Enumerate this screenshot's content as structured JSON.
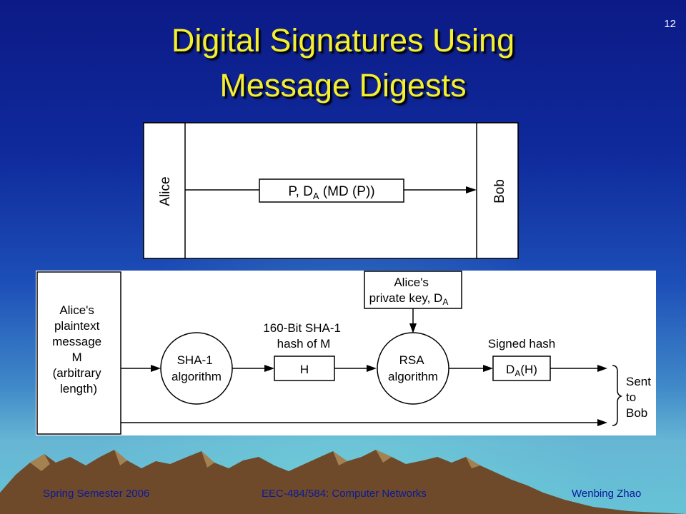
{
  "slide": {
    "page_number": "12",
    "title_line1": "Digital Signatures Using",
    "title_line2": "Message Digests"
  },
  "top_diagram": {
    "left_party": "Alice",
    "right_party": "Bob",
    "message_prefix": "P, D",
    "message_sub": "A",
    "message_suffix": " (MD (P))"
  },
  "bottom_diagram": {
    "plaintext_lines": [
      "Alice's",
      "plaintext",
      "message",
      "M",
      "(arbitrary",
      "length)"
    ],
    "sha_lines": [
      "SHA-1",
      "algorithm"
    ],
    "hash_caption_lines": [
      "160-Bit SHA-1",
      "hash of M"
    ],
    "hash_box": "H",
    "key_lines": [
      "Alice's",
      "private key, D"
    ],
    "key_sub": "A",
    "rsa_lines": [
      "RSA",
      "algorithm"
    ],
    "signed_caption": "Signed hash",
    "signed_prefix": "D",
    "signed_sub": "A",
    "signed_suffix": "(H)",
    "sent_lines": [
      "Sent",
      "to",
      "Bob"
    ]
  },
  "footer": {
    "left": "Spring Semester 2006",
    "center": "EEC-484/584: Computer Networks",
    "right": "Wenbing Zhao"
  },
  "colors": {
    "title": "#f4ef2f",
    "footer_text": "#0b1a9a",
    "mountain": "#6e4a2a"
  }
}
